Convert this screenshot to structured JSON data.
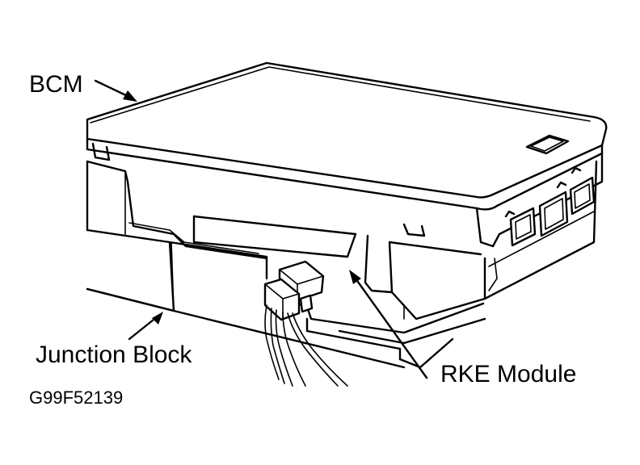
{
  "labels": {
    "bcm": "BCM",
    "junction_block": "Junction Block",
    "rke_module": "RKE Module",
    "figure_id": "G99F52139"
  },
  "colors": {
    "ink": "#000000",
    "paper": "#ffffff"
  }
}
